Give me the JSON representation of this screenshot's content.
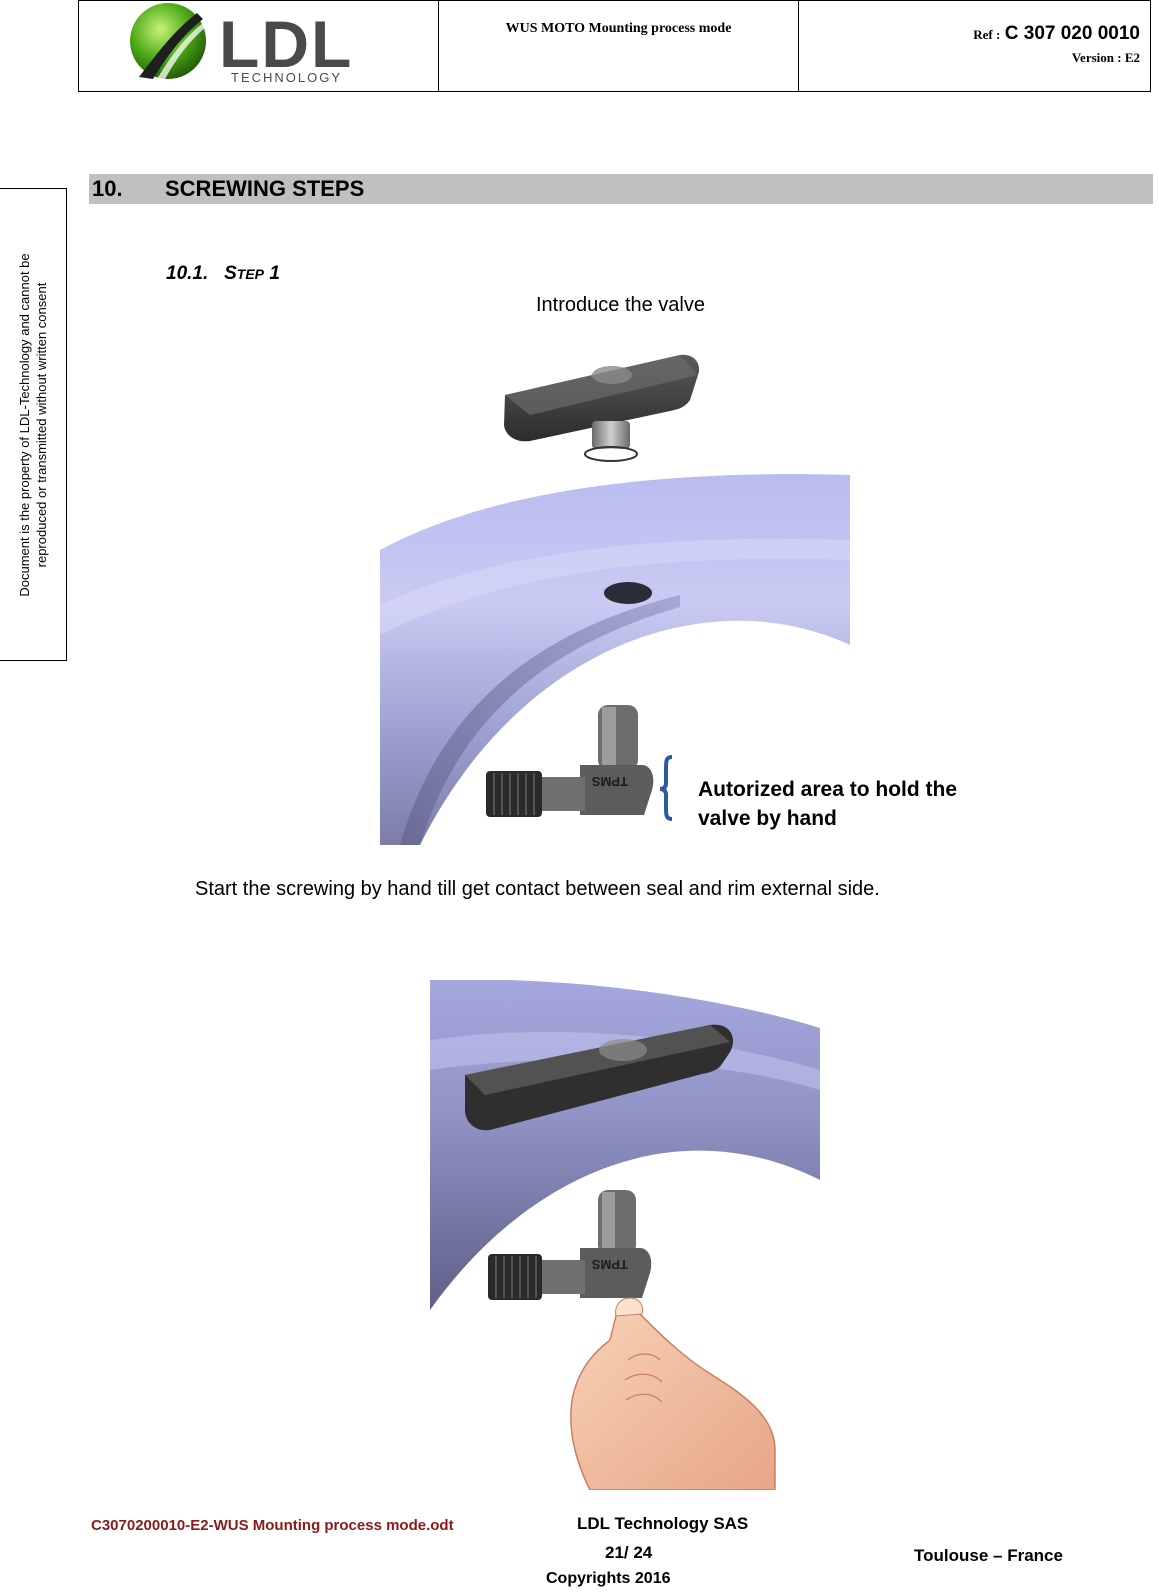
{
  "header": {
    "logo_text": "LDL",
    "logo_subtext": "TECHNOLOGY",
    "doc_title": "WUS MOTO Mounting process mode",
    "ref_prefix": "Ref :",
    "ref_number": "C 307 020 0010",
    "version": "Version : E2"
  },
  "side_notice": {
    "line1": "Document is the property of LDL-Technology and cannot be",
    "line2": "reproduced or transmitted without written consent"
  },
  "section": {
    "number": "10.",
    "title": "SCREWING STEPS"
  },
  "subsection": {
    "number": "10.1.",
    "title_initial": "S",
    "title_rest": "TEP",
    "title_number": "1"
  },
  "captions": {
    "introduce": "Introduce the valve",
    "start_screwing": "Start the screwing by hand till get contact between seal and rim external side."
  },
  "annotation": {
    "line1": "Autorized area to hold the",
    "line2": "valve by hand"
  },
  "part_marking": "TPMS",
  "footer": {
    "filename": "C3070200010-E2-WUS Mounting process mode.odt",
    "company": "LDL Technology SAS",
    "page": "21/ 24",
    "location": "Toulouse – France",
    "copyright": "Copyrights 2016"
  }
}
